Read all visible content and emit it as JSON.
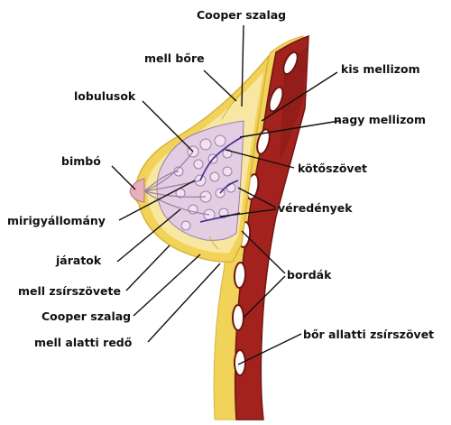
{
  "labels": {
    "cooper_top": "Cooper szalag",
    "skin": "mell bőre",
    "pec_minor": "kis mellizom",
    "lobules": "lobulusok",
    "pec_major": "nagy mellizom",
    "nipple": "bimbó",
    "connective": "kötőszövet",
    "glandular": "mirigyállomány",
    "vessels": "véredények",
    "ducts": "járatok",
    "fat": "mell zsírszövete",
    "ribs": "bordák",
    "cooper_bottom": "Cooper szalag",
    "fold": "mell alatti redő",
    "subcut_fat": "bőr allatti zsírszövet"
  },
  "colors": {
    "skin": "#f2d35a",
    "skin_edge": "#d8b23a",
    "fat": "#f7e7a3",
    "gland": "#e3cde3",
    "gland_edge": "#9a7fa8",
    "muscle": "#a3221e",
    "muscle_dark": "#6e1612",
    "rib": "#ffffff",
    "vessel": "#3b2a8c",
    "line": "#111111"
  }
}
